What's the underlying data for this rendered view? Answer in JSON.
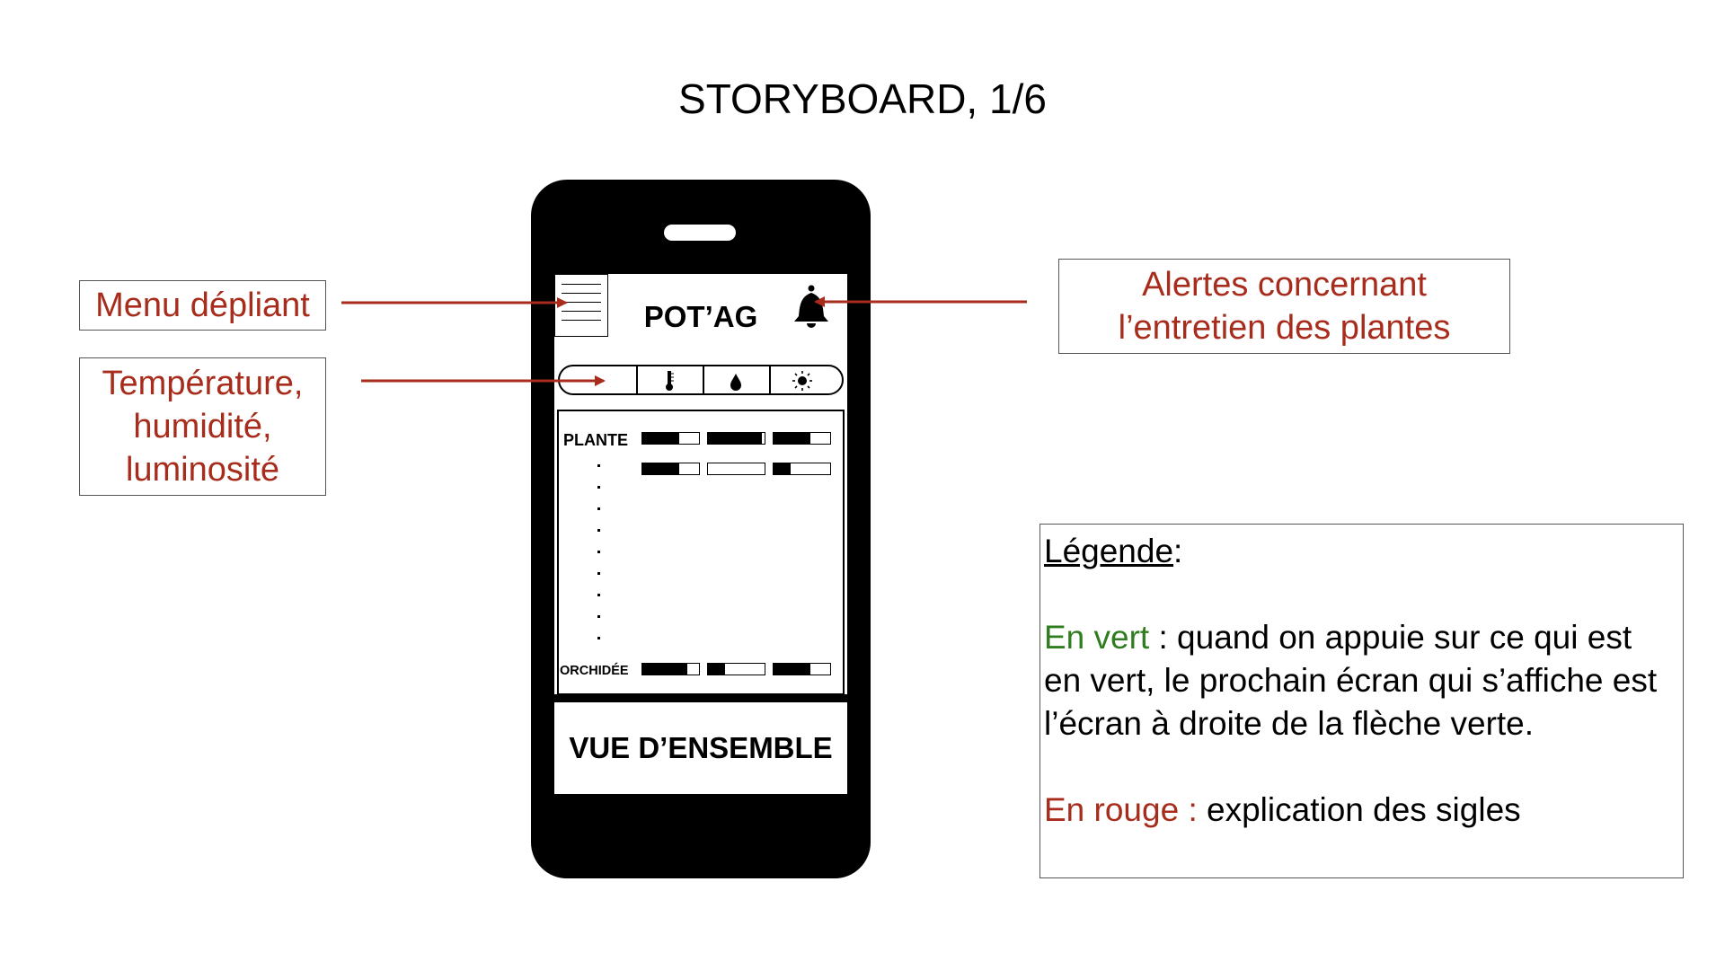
{
  "title": "STORYBOARD, 1/6",
  "callouts": {
    "menu": "Menu dépliant",
    "sensors": [
      "Température,",
      "humidité,",
      "luminosité"
    ],
    "alerts": [
      "Alertes concernant",
      "l’entretien des plantes"
    ]
  },
  "phone": {
    "app_name": "POT’AG",
    "bottom_button": "VUE D’ENSEMBLE",
    "sensor_icons": [
      "thermometer-icon",
      "water-drop-icon",
      "sun-icon"
    ],
    "plants": [
      {
        "name": "PLANTE",
        "levels": [
          0.65,
          0.95,
          0.65
        ]
      },
      {
        "name": "",
        "levels": [
          0.65,
          0.0,
          0.3
        ]
      },
      {
        "name": "ORCHIDÉE",
        "levels": [
          0.8,
          0.3,
          0.65
        ]
      }
    ]
  },
  "legend": {
    "heading": "Légende",
    "heading_suffix": ":",
    "green_label": "En vert",
    "green_text": " : quand on appuie sur ce qui est en vert, le prochain écran qui s’affiche est l’écran à droite de la flèche verte.",
    "red_label": "En rouge :",
    "red_text": " explication des sigles"
  },
  "colors": {
    "annotation_red": "#a82c1c",
    "legend_green": "#2e7d1e",
    "phone_body": "#000000"
  }
}
